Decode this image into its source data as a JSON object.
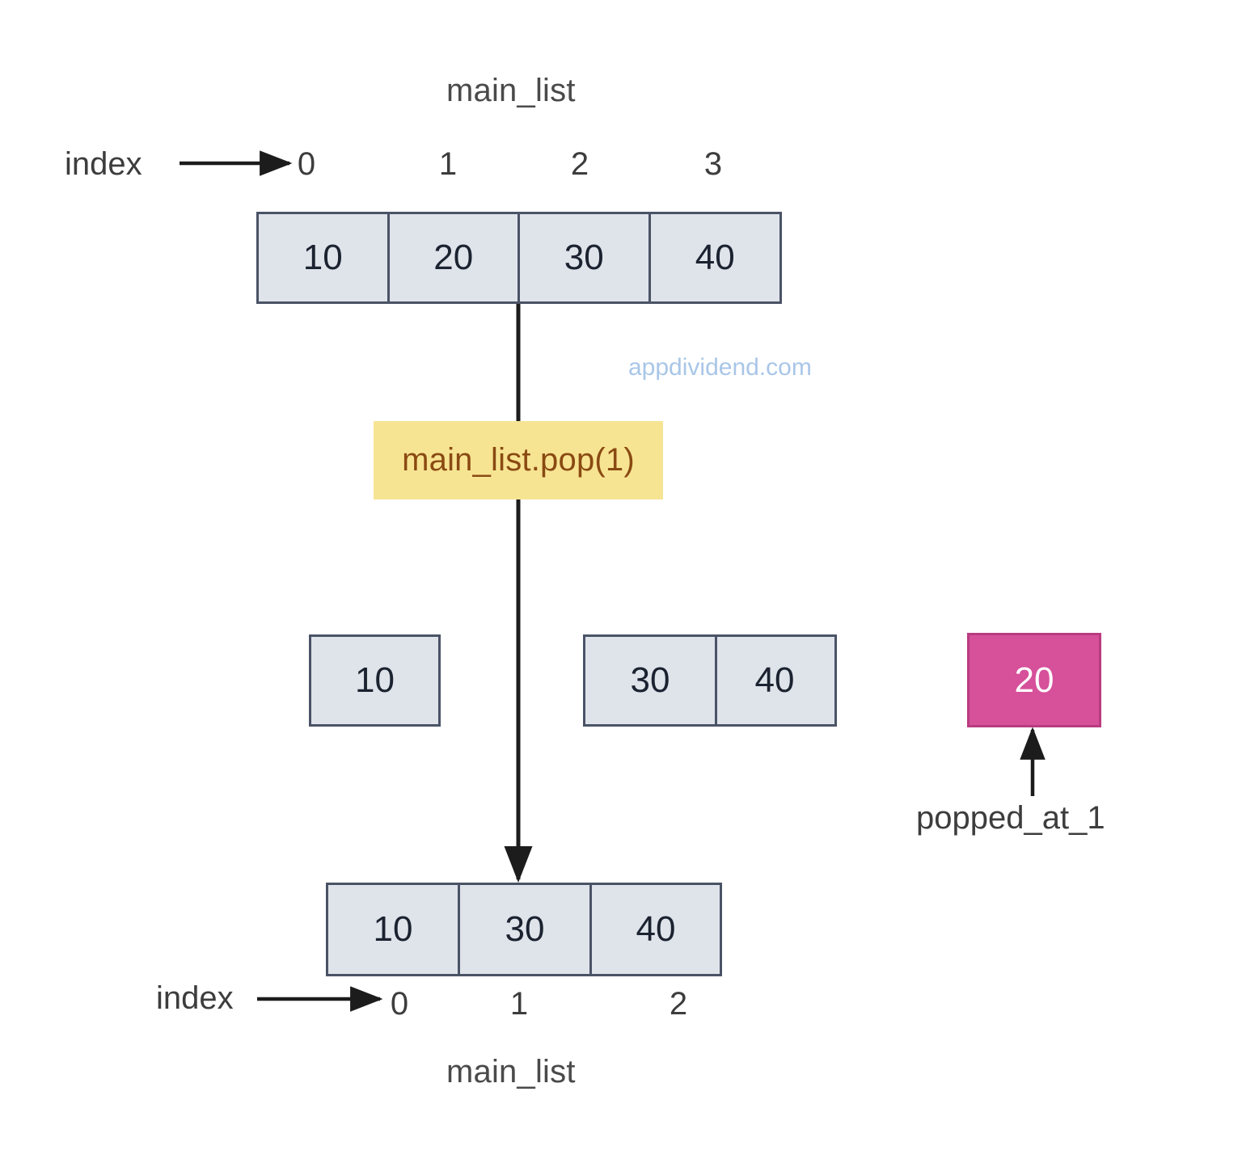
{
  "diagram": {
    "watermark": "appdividend.com",
    "operation_label": "main_list.pop(1)",
    "colors": {
      "cell_fill": "#dfe3ea",
      "cell_border": "#4a5366",
      "popped_fill": "#d6509a",
      "popped_border": "#b93c80",
      "operation_fill": "#f7e493",
      "operation_text": "#8a4a12",
      "watermark_text": "#a9c6e8",
      "text": "#3d3d3d"
    },
    "top": {
      "title": "main_list",
      "index_label": "index",
      "indices": [
        "0",
        "1",
        "2",
        "3"
      ],
      "values": [
        "10",
        "20",
        "30",
        "40"
      ]
    },
    "middle": {
      "left_values": [
        "10"
      ],
      "right_values": [
        "30",
        "40"
      ],
      "popped_value": "20",
      "popped_label": "popped_at_1"
    },
    "bottom": {
      "title": "main_list",
      "index_label": "index",
      "indices": [
        "0",
        "1",
        "2"
      ],
      "values": [
        "10",
        "30",
        "40"
      ]
    }
  }
}
